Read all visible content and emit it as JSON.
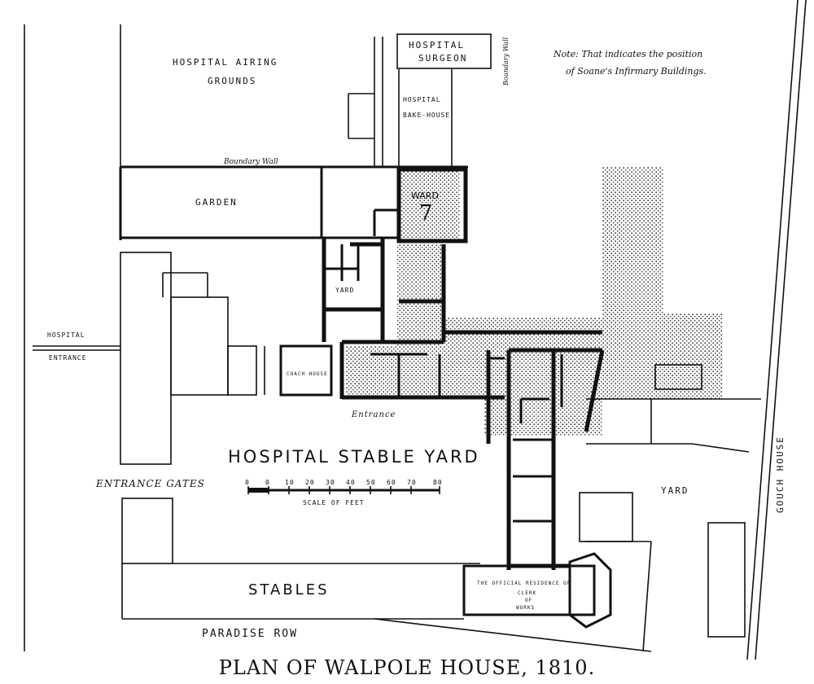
{
  "caption": "PLAN OF WALPOLE HOUSE, 1810.",
  "labels": {
    "airing_grounds_1": "HOSPITAL AIRING",
    "airing_grounds_2": "GROUNDS",
    "surgeon_1": "HOSPITAL",
    "surgeon_2": "SURGEON",
    "bakehouse_1": "HOSPITAL",
    "bakehouse_2": "BAKE-HOUSE",
    "boundary_wall_right": "Boundary Wall",
    "boundary_wall": "Boundary Wall",
    "note_1": "Note: That indicates the position",
    "note_2": "of Soane's Infirmary Buildings.",
    "garden": "GARDEN",
    "ward": "WARD",
    "ward_number": "7",
    "yard_small": "YARD",
    "hospital_entrance_1": "HOSPITAL",
    "hospital_entrance_2": "ENTRANCE",
    "coach_house": "COACH HOUSE",
    "entrance": "Entrance",
    "stable_yard": "HOSPITAL STABLE YARD",
    "entrance_gates": "ENTRANCE GATES",
    "scale_caption": "SCALE OF FEET",
    "yard": "YARD",
    "gough_house": "GOUCH HOUSE",
    "stables": "STABLES",
    "paradise_row": "PARADISE ROW",
    "official_residence": "THE OFFICIAL RESIDENCE OF",
    "clerk_1": "CLERK",
    "clerk_2": "OF",
    "clerk_3": "WORKS"
  },
  "scale_ticks": [
    "0",
    "0",
    "10",
    "20",
    "30",
    "40",
    "50",
    "60",
    "70",
    "80"
  ],
  "colors": {
    "ink": "#111111",
    "paper": "#ffffff"
  }
}
